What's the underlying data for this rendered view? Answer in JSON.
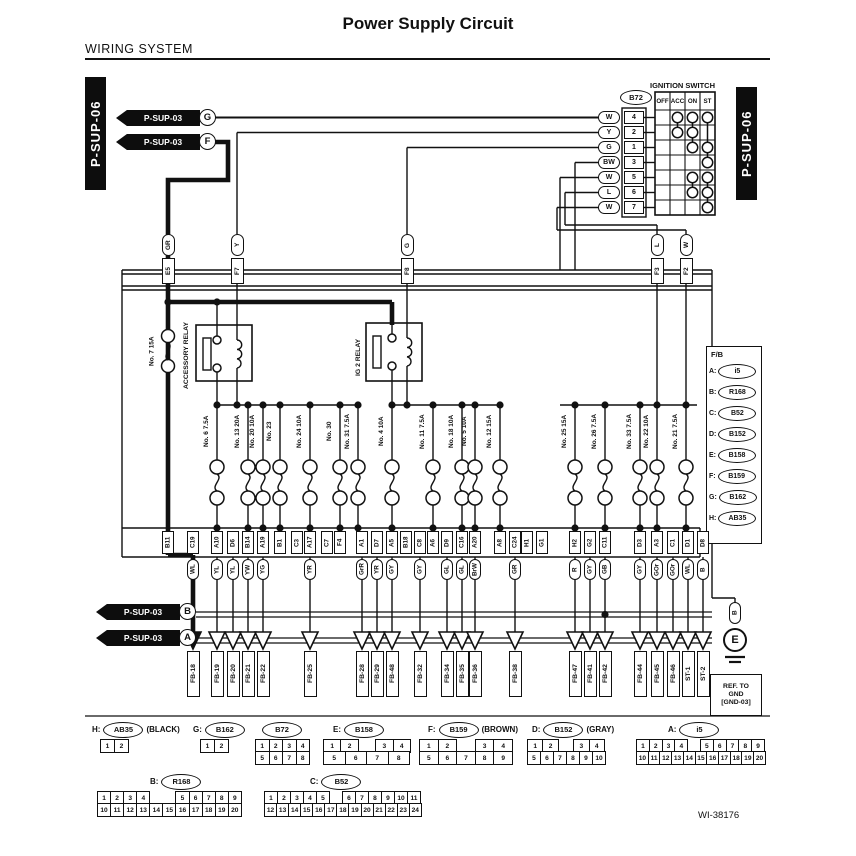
{
  "header": {
    "title": "Power Supply Circuit",
    "section": "WIRING SYSTEM"
  },
  "page_tag": "P-SUP-06",
  "footer_code": "WI-38176",
  "ref_links": {
    "g": {
      "label": "P-SUP-03",
      "letter": "G"
    },
    "f": {
      "label": "P-SUP-03",
      "letter": "F"
    },
    "b": {
      "label": "P-SUP-03",
      "letter": "B"
    },
    "a": {
      "label": "P-SUP-03",
      "letter": "A"
    }
  },
  "ignition_switch": {
    "title": "IGNITION SWITCH",
    "connector": "B72",
    "columns": [
      "OFF",
      "ACC",
      "ON",
      "ST"
    ],
    "rows": [
      {
        "color": "W",
        "pin": "4",
        "contacts": [
          "ACC",
          "ON",
          "ST"
        ]
      },
      {
        "color": "Y",
        "pin": "2",
        "contacts": [
          "ACC",
          "ON"
        ]
      },
      {
        "color": "G",
        "pin": "1",
        "contacts": [
          "ON",
          "ST"
        ]
      },
      {
        "color": "BW",
        "pin": "3",
        "contacts": [
          "ST"
        ]
      },
      {
        "color": "W",
        "pin": "5",
        "contacts": [
          "ON",
          "ST"
        ]
      },
      {
        "color": "L",
        "pin": "6",
        "contacts": [
          "ON",
          "ST"
        ]
      },
      {
        "color": "W",
        "pin": "7",
        "contacts": [
          "ST"
        ]
      }
    ]
  },
  "bus_pins": [
    {
      "pin": "E5",
      "color": "GR"
    },
    {
      "pin": "F7",
      "color": "Y"
    },
    {
      "pin": "F8",
      "color": "G"
    },
    {
      "pin": "F3",
      "color": "L"
    },
    {
      "pin": "F2",
      "color": "W"
    }
  ],
  "relays": {
    "accessory": "ACCESSORY RELAY",
    "ig2": "IG 2 RELAY",
    "main_fuse": "No. 7 15A"
  },
  "fuses": [
    "No. 6 7.5A",
    "No. 13 20A",
    "No. 20 10A",
    "No. 23",
    "No. 24 10A",
    "No. 30",
    "No. 31 7.5A",
    "No. 4 10A",
    "No. 11 7.5A",
    "No. 18 10A",
    "No. 5 10A",
    "No. 12 15A",
    "No. 25 15A",
    "No. 26 7.5A",
    "No. 33 7.5A",
    "No. 22 10A",
    "No. 21 7.5A"
  ],
  "pin_row": [
    {
      "pin": "B11",
      "color": ""
    },
    {
      "pin": "C19",
      "color": "WL"
    },
    {
      "pin": "A10",
      "color": "YL"
    },
    {
      "pin": "D6",
      "color": "YL"
    },
    {
      "pin": "B14",
      "color": "YW"
    },
    {
      "pin": "A19",
      "color": "YG"
    },
    {
      "pin": "B1",
      "color": ""
    },
    {
      "pin": "C3",
      "color": ""
    },
    {
      "pin": "A17",
      "color": "YR"
    },
    {
      "pin": "C7",
      "color": ""
    },
    {
      "pin": "F4",
      "color": ""
    },
    {
      "pin": "A1",
      "color": "GrR"
    },
    {
      "pin": "D7",
      "color": "YR"
    },
    {
      "pin": "A5",
      "color": "GY"
    },
    {
      "pin": "B18",
      "color": ""
    },
    {
      "pin": "C8",
      "color": "GY"
    },
    {
      "pin": "A6",
      "color": ""
    },
    {
      "pin": "D9",
      "color": "GL"
    },
    {
      "pin": "C16",
      "color": "GL"
    },
    {
      "pin": "A20",
      "color": "BrW"
    },
    {
      "pin": "A8",
      "color": ""
    },
    {
      "pin": "C24",
      "color": "GR"
    },
    {
      "pin": "H1",
      "color": ""
    },
    {
      "pin": "G1",
      "color": ""
    },
    {
      "pin": "H2",
      "color": "R"
    },
    {
      "pin": "G2",
      "color": "GY"
    },
    {
      "pin": "C11",
      "color": "GB"
    },
    {
      "pin": "D3",
      "color": "GY"
    },
    {
      "pin": "A3",
      "color": "GOr"
    },
    {
      "pin": "C1",
      "color": "GOr"
    },
    {
      "pin": "D1",
      "color": "WL"
    },
    {
      "pin": "D8",
      "color": "B"
    }
  ],
  "outputs": [
    "FB-18",
    "FB-19",
    "FB-20",
    "FB-21",
    "FB-22",
    "FB-25",
    "FB-28",
    "FB-29",
    "FB-48",
    "FB-32",
    "FB-34",
    "FB-35",
    "FB-36",
    "FB-38",
    "FB-47",
    "FB-41",
    "FB-42",
    "FB-44",
    "FB-45",
    "FB-46",
    "ST-1",
    "ST-2"
  ],
  "fb_legend": {
    "title": "F/B",
    "items": [
      {
        "letter": "A:",
        "code": "i5"
      },
      {
        "letter": "B:",
        "code": "R168"
      },
      {
        "letter": "C:",
        "code": "B52"
      },
      {
        "letter": "D:",
        "code": "B152"
      },
      {
        "letter": "E:",
        "code": "B158"
      },
      {
        "letter": "F:",
        "code": "B159"
      },
      {
        "letter": "G:",
        "code": "B162"
      },
      {
        "letter": "H:",
        "code": "AB35"
      }
    ]
  },
  "ground": {
    "wire_color": "B",
    "symbol": "E",
    "ref_lines": [
      "REF. TO",
      "GND",
      "[GND-03]"
    ]
  },
  "connector_key": [
    {
      "prefix": "H:",
      "code": "AB35",
      "suffix": "(BLACK)",
      "rows": [
        [
          "1",
          "2"
        ]
      ]
    },
    {
      "prefix": "G:",
      "code": "B162",
      "suffix": "",
      "rows": [
        [
          "1",
          "2"
        ]
      ]
    },
    {
      "prefix": "",
      "code": "B72",
      "suffix": "",
      "rows": [
        [
          "1",
          "2",
          "3",
          "4"
        ],
        [
          "5",
          "6",
          "7",
          "8"
        ]
      ]
    },
    {
      "prefix": "E:",
      "code": "B158",
      "suffix": "",
      "rows": [
        [
          "1",
          "2",
          "",
          "3",
          "4"
        ],
        [
          "5",
          "6",
          "7",
          "8"
        ]
      ]
    },
    {
      "prefix": "F:",
      "code": "B159",
      "suffix": "(BROWN)",
      "rows": [
        [
          "1",
          "2",
          "",
          "3",
          "4"
        ],
        [
          "5",
          "6",
          "7",
          "8",
          "9"
        ]
      ]
    },
    {
      "prefix": "D:",
      "code": "B152",
      "suffix": "(GRAY)",
      "rows": [
        [
          "1",
          "2",
          "",
          "3",
          "4"
        ],
        [
          "5",
          "6",
          "7",
          "8",
          "9",
          "10"
        ]
      ]
    },
    {
      "prefix": "A:",
      "code": "i5",
      "suffix": "",
      "rows": [
        [
          "1",
          "2",
          "3",
          "4",
          "",
          "5",
          "6",
          "7",
          "8",
          "9"
        ],
        [
          "10",
          "11",
          "12",
          "13",
          "14",
          "15",
          "16",
          "17",
          "18",
          "19",
          "20"
        ]
      ]
    },
    {
      "prefix": "B:",
      "code": "R168",
      "suffix": "",
      "rows": [
        [
          "1",
          "2",
          "3",
          "4",
          "",
          "",
          "5",
          "6",
          "7",
          "8",
          "9"
        ],
        [
          "10",
          "11",
          "12",
          "13",
          "14",
          "15",
          "16",
          "17",
          "18",
          "19",
          "20"
        ]
      ]
    },
    {
      "prefix": "C:",
      "code": "B52",
      "suffix": "",
      "rows": [
        [
          "1",
          "2",
          "3",
          "4",
          "5",
          "",
          "6",
          "7",
          "8",
          "9",
          "10",
          "11"
        ],
        [
          "12",
          "13",
          "14",
          "15",
          "16",
          "17",
          "18",
          "19",
          "20",
          "21",
          "22",
          "23",
          "24"
        ]
      ]
    }
  ]
}
